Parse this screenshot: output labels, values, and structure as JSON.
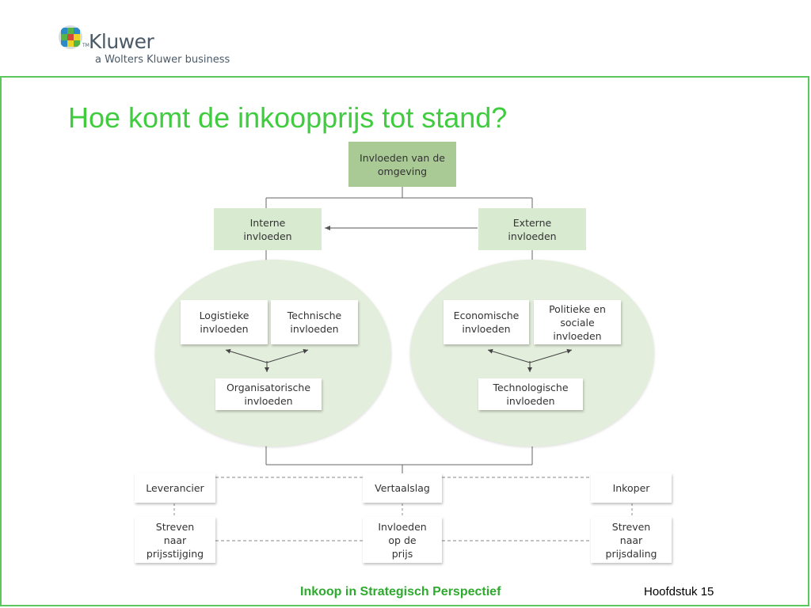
{
  "logo": {
    "name": "Kluwer",
    "tm": "TM",
    "tagline": "a Wolters Kluwer business",
    "colors": [
      "#2b8bc6",
      "#56b447",
      "#e8d326",
      "#d44a3a"
    ]
  },
  "slide": {
    "title": "Hoe komt de inkoopprijs tot stand?",
    "footer_title": "Inkoop in Strategisch Perspectief",
    "footer_chapter": "Hoofdstuk 15"
  },
  "diagram": {
    "top": "Invloeden van de\nomgeving",
    "internal": "Interne\ninvloeden",
    "external": "Externe\ninvloeden",
    "internal_group": {
      "logistic": "Logistieke\ninvloeden",
      "technical": "Technische\ninvloeden",
      "organisational": "Organisatorische\ninvloeden"
    },
    "external_group": {
      "economic": "Economische\ninvloeden",
      "political": "Politieke en\nsociale\ninvloeden",
      "technological": "Technologische\ninvloeden"
    },
    "supplier": "Leverancier",
    "translation": "Vertaalslag",
    "buyer": "Inkoper",
    "supplier_goal": "Streven\nnaar\nprijsstijging",
    "price_influence": "Invloeden\nop de\nprijs",
    "buyer_goal": "Streven\nnaar\nprijsdaling"
  },
  "colors": {
    "accent": "#3fcc3f",
    "frame": "#5cc75c",
    "box_dark": "#a9c995",
    "box_light": "#d8ead0",
    "ellipse": "#e4eedd"
  }
}
